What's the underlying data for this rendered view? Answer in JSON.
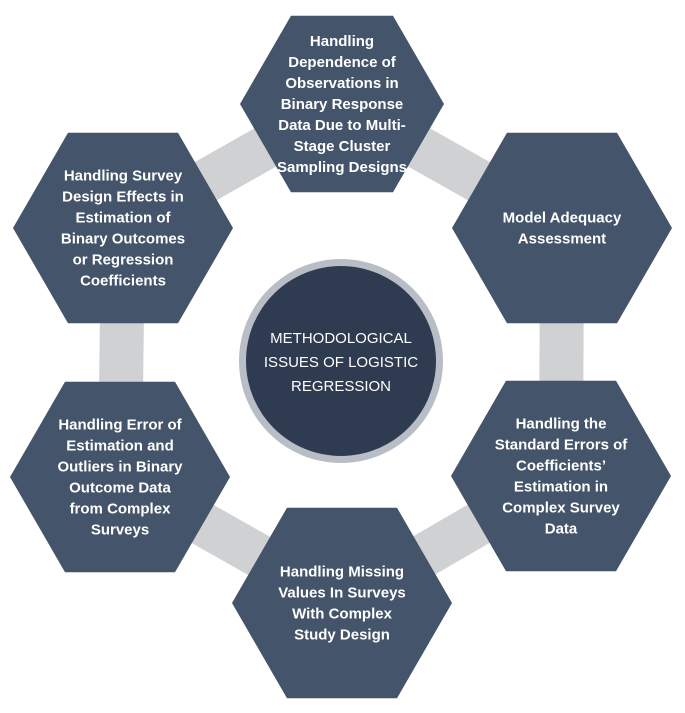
{
  "colors": {
    "hexagon": "#44546A",
    "connector": "#D0D1D3",
    "center_fill": "#2E3B50",
    "center_ring": "#B9BEC6",
    "text": "#FFFFFF"
  },
  "center": {
    "lines": [
      "METHODOLOGICAL",
      "ISSUES OF LOGISTIC",
      "REGRESSION"
    ]
  },
  "nodes": [
    {
      "lines": [
        "Handling",
        "Dependence of",
        "Observations in",
        "Binary Response",
        "Data Due to Multi-",
        "Stage Cluster",
        "Sampling Designs"
      ]
    },
    {
      "lines": [
        "Model Adequacy",
        "Assessment"
      ]
    },
    {
      "lines": [
        "Handling the",
        "Standard Errors of",
        "Coefficients’",
        "Estimation in",
        "Complex Survey",
        "Data"
      ]
    },
    {
      "lines": [
        "Handling Missing",
        "Values In Surveys",
        "With Complex",
        "Study Design"
      ]
    },
    {
      "lines": [
        "Handling Error of",
        "Estimation and",
        "Outliers in Binary",
        "Outcome Data",
        "from Complex",
        "Surveys"
      ]
    },
    {
      "lines": [
        "Handling Survey",
        "Design Effects in",
        "Estimation of",
        "Binary Outcomes",
        "or Regression",
        "Coefficients"
      ]
    }
  ]
}
